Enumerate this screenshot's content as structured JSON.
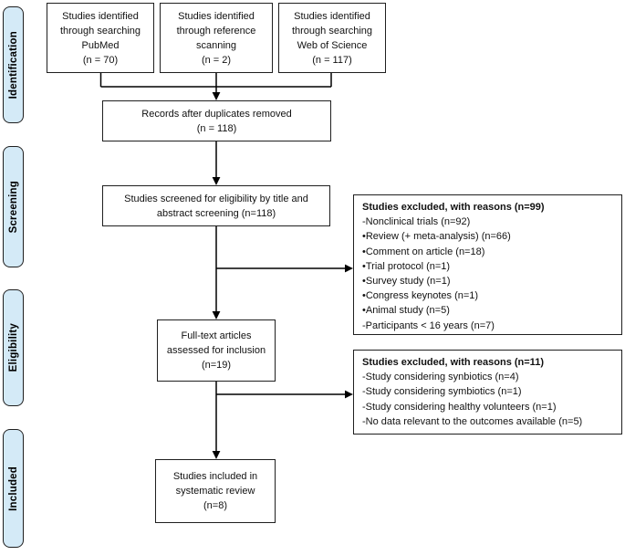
{
  "palette": {
    "stage_fill": "#d4eaf7",
    "stage_border": "#1f1f1f",
    "box_border": "#1f1f1f",
    "arrow": "#000000",
    "background": "#ffffff"
  },
  "stages": [
    {
      "label": "Identification"
    },
    {
      "label": "Screening"
    },
    {
      "label": "Eligibility"
    },
    {
      "label": "Included"
    }
  ],
  "boxes": {
    "identified_pubmed": "Studies identified\nthrough searching\nPubMed\n(n = 70)",
    "identified_reference": "Studies identified\nthrough reference\nscanning\n(n = 2)",
    "identified_wos": "Studies identified\nthrough searching\nWeb of Science\n(n = 117)",
    "duplicates_removed": "Records after duplicates removed\n(n = 118)",
    "screened": "Studies screened for eligibility by title and\nabstract screening (n=118)",
    "fulltext": "Full-text articles\nassessed for inclusion\n(n=19)",
    "included": "Studies included in\nsystematic review\n(n=8)"
  },
  "excluded_screening": {
    "title": "Studies excluded, with reasons (n=99)",
    "items": [
      "-Nonclinical trials (n=92)",
      "•Review (+ meta-analysis) (n=66)",
      "•Comment on article (n=18)",
      "•Trial protocol (n=1)",
      "•Survey study (n=1)",
      "•Congress keynotes (n=1)",
      "•Animal study (n=5)",
      "-Participants < 16 years (n=7)"
    ]
  },
  "excluded_eligibility": {
    "title": "Studies excluded, with reasons (n=11)",
    "items": [
      "-Study considering synbiotics (n=4)",
      "-Study considering symbiotics (n=1)",
      "-Study considering healthy volunteers (n=1)",
      "-No data relevant to the outcomes available (n=5)"
    ]
  }
}
